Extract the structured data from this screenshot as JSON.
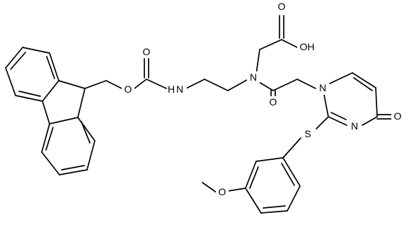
{
  "molecule": {
    "atom_labels": {
      "ester_o_double": "O",
      "ester_o_single": "O",
      "carbamate_nh": "N",
      "carbamate_h": "H",
      "tertiary_n": "N",
      "acid_o_double": "O",
      "acid_oh": "OH",
      "amide_o": "O",
      "ring_n1": "N",
      "ring_n3": "N",
      "ring_c4_o": "O",
      "thioether_s": "S",
      "methoxy_o": "O"
    }
  }
}
